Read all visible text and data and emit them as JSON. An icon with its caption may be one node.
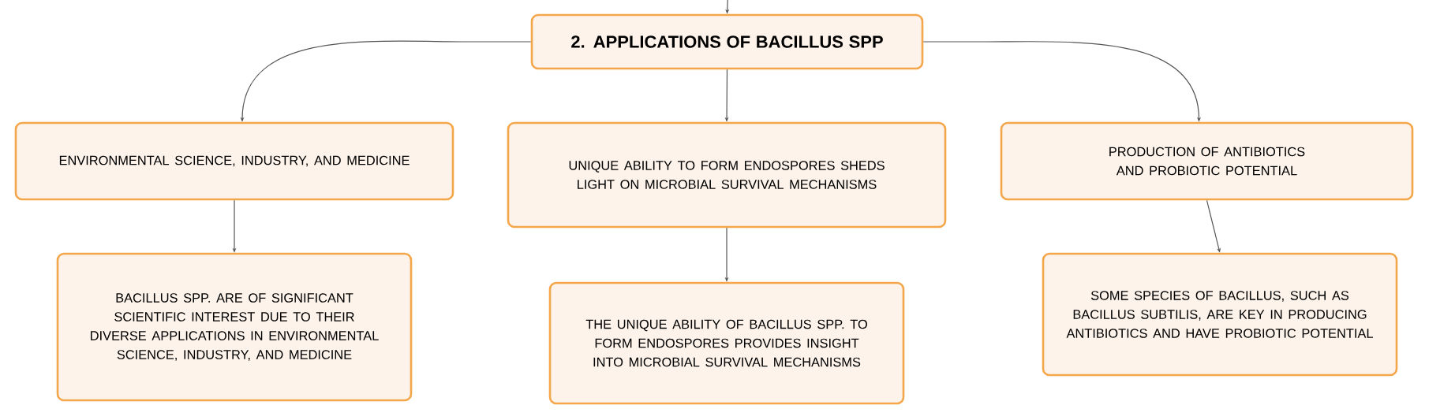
{
  "diagram": {
    "nodes": [
      {
        "text": [
          "2. APPLICATIONS OF BACILLUS SPP"
        ]
      },
      {
        "text": [
          "ENVIRONMENTAL SCIENCE, INDUSTRY, AND MEDICINE"
        ]
      },
      {
        "text": [
          "UNIQUE ABILITY TO FORM ENDOSPORES SHEDS LIGHT ON MICROBIAL SURVIVAL MECHANISMS"
        ]
      },
      {
        "text": [
          "PRODUCTION OF ANTIBIOTICS AND PROBIOTIC POTENTIAL"
        ]
      },
      {
        "text": [
          "BACILLUS SPP. ARE OF SIGNIFICANT SCIENTIFIC INTEREST DUE TO THEIR DIVERSE APPLICATIONS IN ENVIRONMENTAL SCIENCE, INDUSTRY, AND MEDICINE"
        ]
      },
      {
        "text": [
          "THE UNIQUE ABILITY OF BACILLUS SPP. TO FORM ENDOSPORES PROVIDES INSIGHT INTO MICROBIAL SURVIVAL MECHANISMS"
        ]
      },
      {
        "text": [
          "SOME SPECIES OF BACILLUS, SUCH AS BACILLUS SUBTILIS, ARE KEY IN PRODUCING ANTIBIOTICS AND HAVE PROBIOTIC POTENTIAL"
        ]
      }
    ],
    "edges": [
      {
        "from": null,
        "to": 0,
        "arrow": "to"
      },
      {
        "from": 0,
        "to": 1,
        "arrow": "to"
      },
      {
        "from": 0,
        "to": 2,
        "arrow": "to"
      },
      {
        "from": 0,
        "to": 3,
        "arrow": "to"
      },
      {
        "from": 1,
        "to": 4,
        "arrow": "to"
      },
      {
        "from": 2,
        "to": 5,
        "arrow": "to"
      },
      {
        "from": 3,
        "to": 6,
        "arrow": "to"
      }
    ]
  }
}
